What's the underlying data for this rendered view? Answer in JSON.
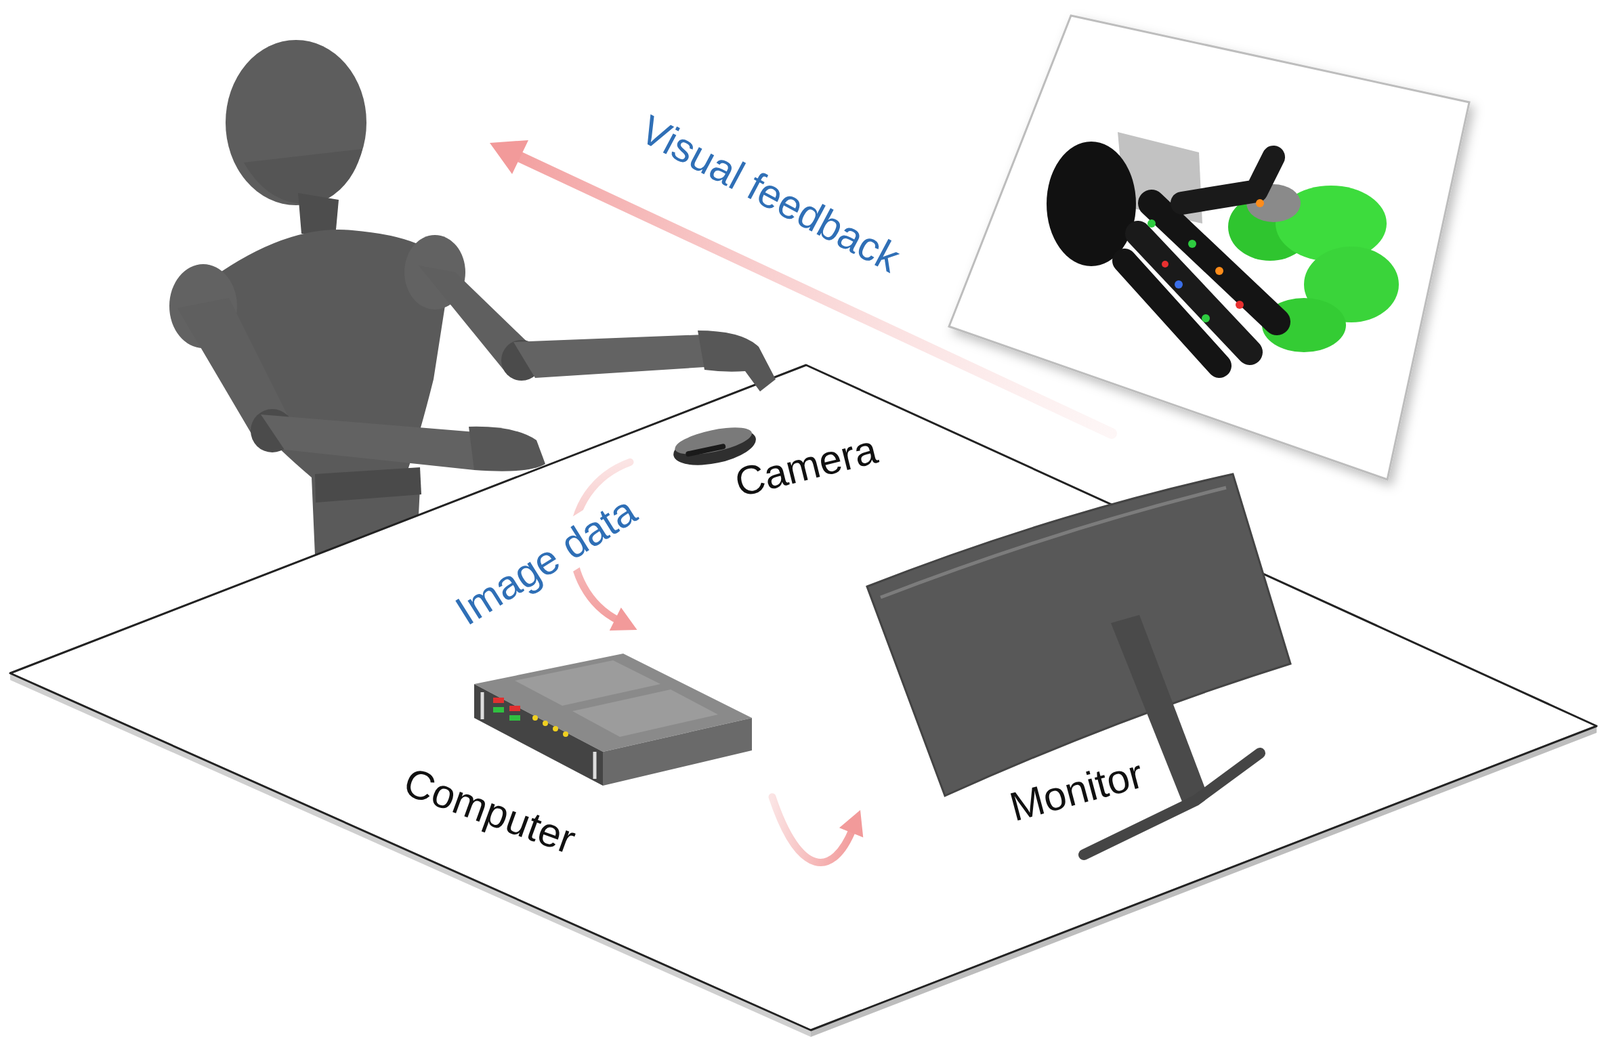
{
  "diagram": {
    "nodes": [
      {
        "text": [
          "Camera"
        ]
      },
      {
        "text": [
          "Computer"
        ]
      },
      {
        "text": [
          "Monitor"
        ]
      }
    ],
    "edges": [
      {
        "from": 0,
        "to": 1,
        "label": "Image data",
        "arrow": "to"
      },
      {
        "from": 1,
        "to": 2,
        "arrow": "to"
      }
    ],
    "labels": [
      "Visual feedback"
    ]
  }
}
